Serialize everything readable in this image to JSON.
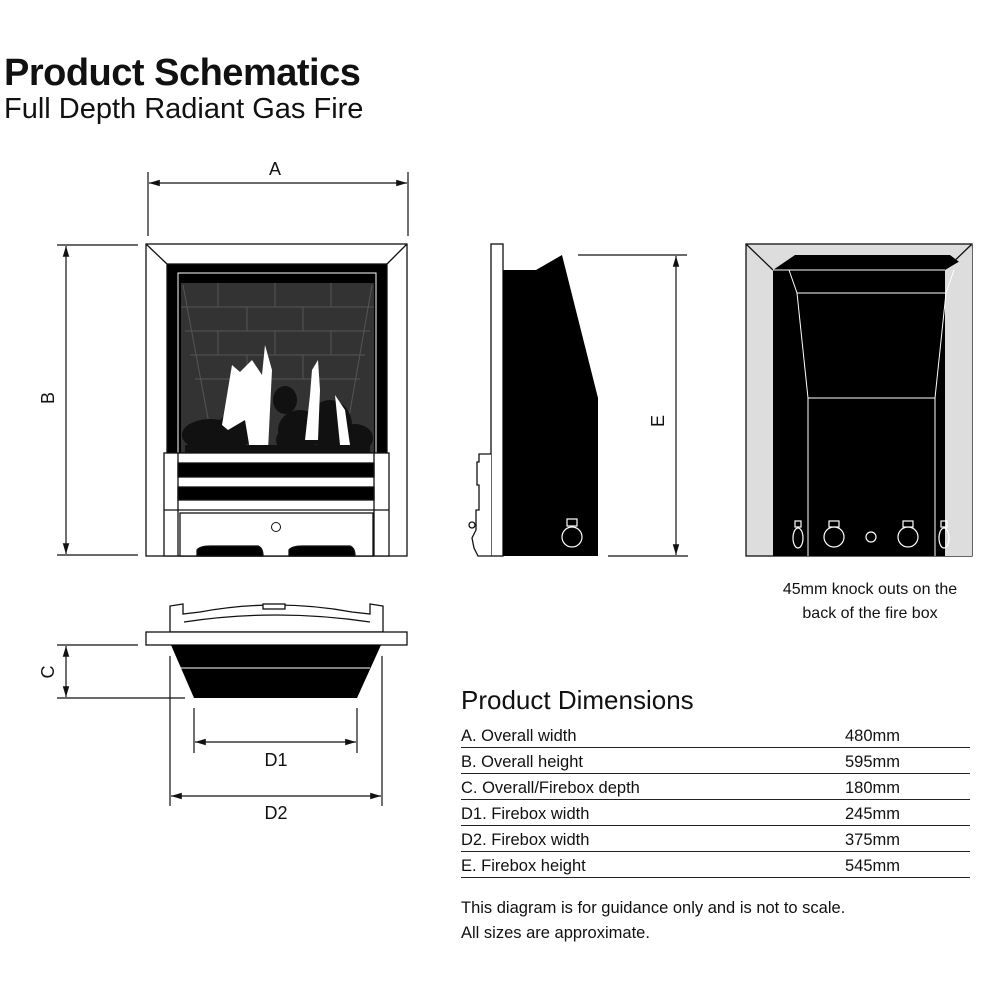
{
  "header": {
    "title": "Product Schematics",
    "subtitle": "Full Depth Radiant Gas Fire"
  },
  "diagram_labels": {
    "a": "A",
    "b": "B",
    "c": "C",
    "d1": "D1",
    "d2": "D2",
    "e": "E"
  },
  "knockout_note": {
    "line1": "45mm knock outs on the",
    "line2": "back of the fire box"
  },
  "dimensions": {
    "heading": "Product Dimensions",
    "rows": [
      {
        "label": "A. Overall width",
        "value": "480mm"
      },
      {
        "label": "B. Overall height",
        "value": "595mm"
      },
      {
        "label": "C. Overall/Firebox depth",
        "value": "180mm"
      },
      {
        "label": "D1. Firebox width",
        "value": "245mm"
      },
      {
        "label": "D2. Firebox width",
        "value": "375mm"
      },
      {
        "label": "E. Firebox height",
        "value": "545mm"
      }
    ]
  },
  "footnote": {
    "line1": "This diagram is for guidance only and is not to scale.",
    "line2": "All sizes are approximate."
  },
  "colors": {
    "ink": "#111111",
    "firebox": "#333333",
    "panel": "#dddddd"
  }
}
